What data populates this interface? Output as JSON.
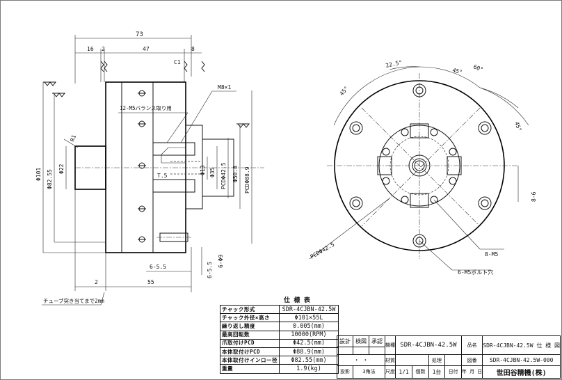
{
  "side_view": {
    "overall_length": "73",
    "seg_left": "16",
    "seg_gap": "2",
    "seg_mid": "47",
    "seg_right": "8",
    "chamfer": "C1",
    "m8": "M8×1",
    "m5_balance": "12-M5バランス取り用",
    "r1": "R1",
    "t5": "T.5",
    "dia_101": "Φ101",
    "dia_82": "Φ82.55",
    "dia_22": "Φ22",
    "dia_13": "Φ13",
    "dia_35": "Φ35",
    "pcd_42": "PCDΦ42.5",
    "dia_50": "Φ50.8",
    "pcd_88": "PCDΦ88.9",
    "dim_65": "6-5.5",
    "dim_69": "6-Φ9",
    "dim_2": "2",
    "dim_55": "55",
    "tube_note": "チューブ突き当てまで2mm"
  },
  "front_view": {
    "ang_225": "22.5°",
    "ang_45a": "45°",
    "ang_60": "60°",
    "ang_45b": "45°",
    "ang_45c": "45°",
    "dim_8": "8-6",
    "pcd_42": "PCDΦ42.5",
    "m5_8": "8-M5",
    "m5_bolt": "6-M5ボルト穴"
  },
  "spec": {
    "title": "仕 様 表",
    "rows": [
      {
        "k": "チャック形式",
        "v": "SDR-4CJBN-42.5W"
      },
      {
        "k": "チャック外径×高さ",
        "v": "Φ101×55L"
      },
      {
        "k": "繰り返し精度",
        "v": "0.005(mm)"
      },
      {
        "k": "最高回転数",
        "v": "10000(RPM)"
      },
      {
        "k": "爪取付けPCD",
        "v": "Φ42.5(mm)"
      },
      {
        "k": "本体取付けPCD",
        "v": "Φ88.9(mm)"
      },
      {
        "k": "本体取付けインロー径",
        "v": "Φ82.55(mm)"
      },
      {
        "k": "重量",
        "v": "1.9(kg)"
      }
    ]
  },
  "title_block": {
    "c1": "設計",
    "c2": "検図",
    "c3": "承認",
    "model_label": "機種",
    "model": "SDR-4CJBN-42.5W",
    "name_label1": "品名",
    "name_right": "SDR-4CJBN-42.5W 仕 様 図",
    "material_label": "材質",
    "process_label": "処理",
    "drawing_label": "図番",
    "drawing_no": "SDR-4CJBN-42.5W-000",
    "proj_label": "投影",
    "proj": "3角法",
    "scale_label": "尺度",
    "scale": "1/1",
    "qty_label": "個数",
    "qty": "1台",
    "date_label": "日付",
    "year": "年",
    "month": "月",
    "day": "日",
    "company": "世田谷精機(株)",
    "dots": "・ ・"
  }
}
